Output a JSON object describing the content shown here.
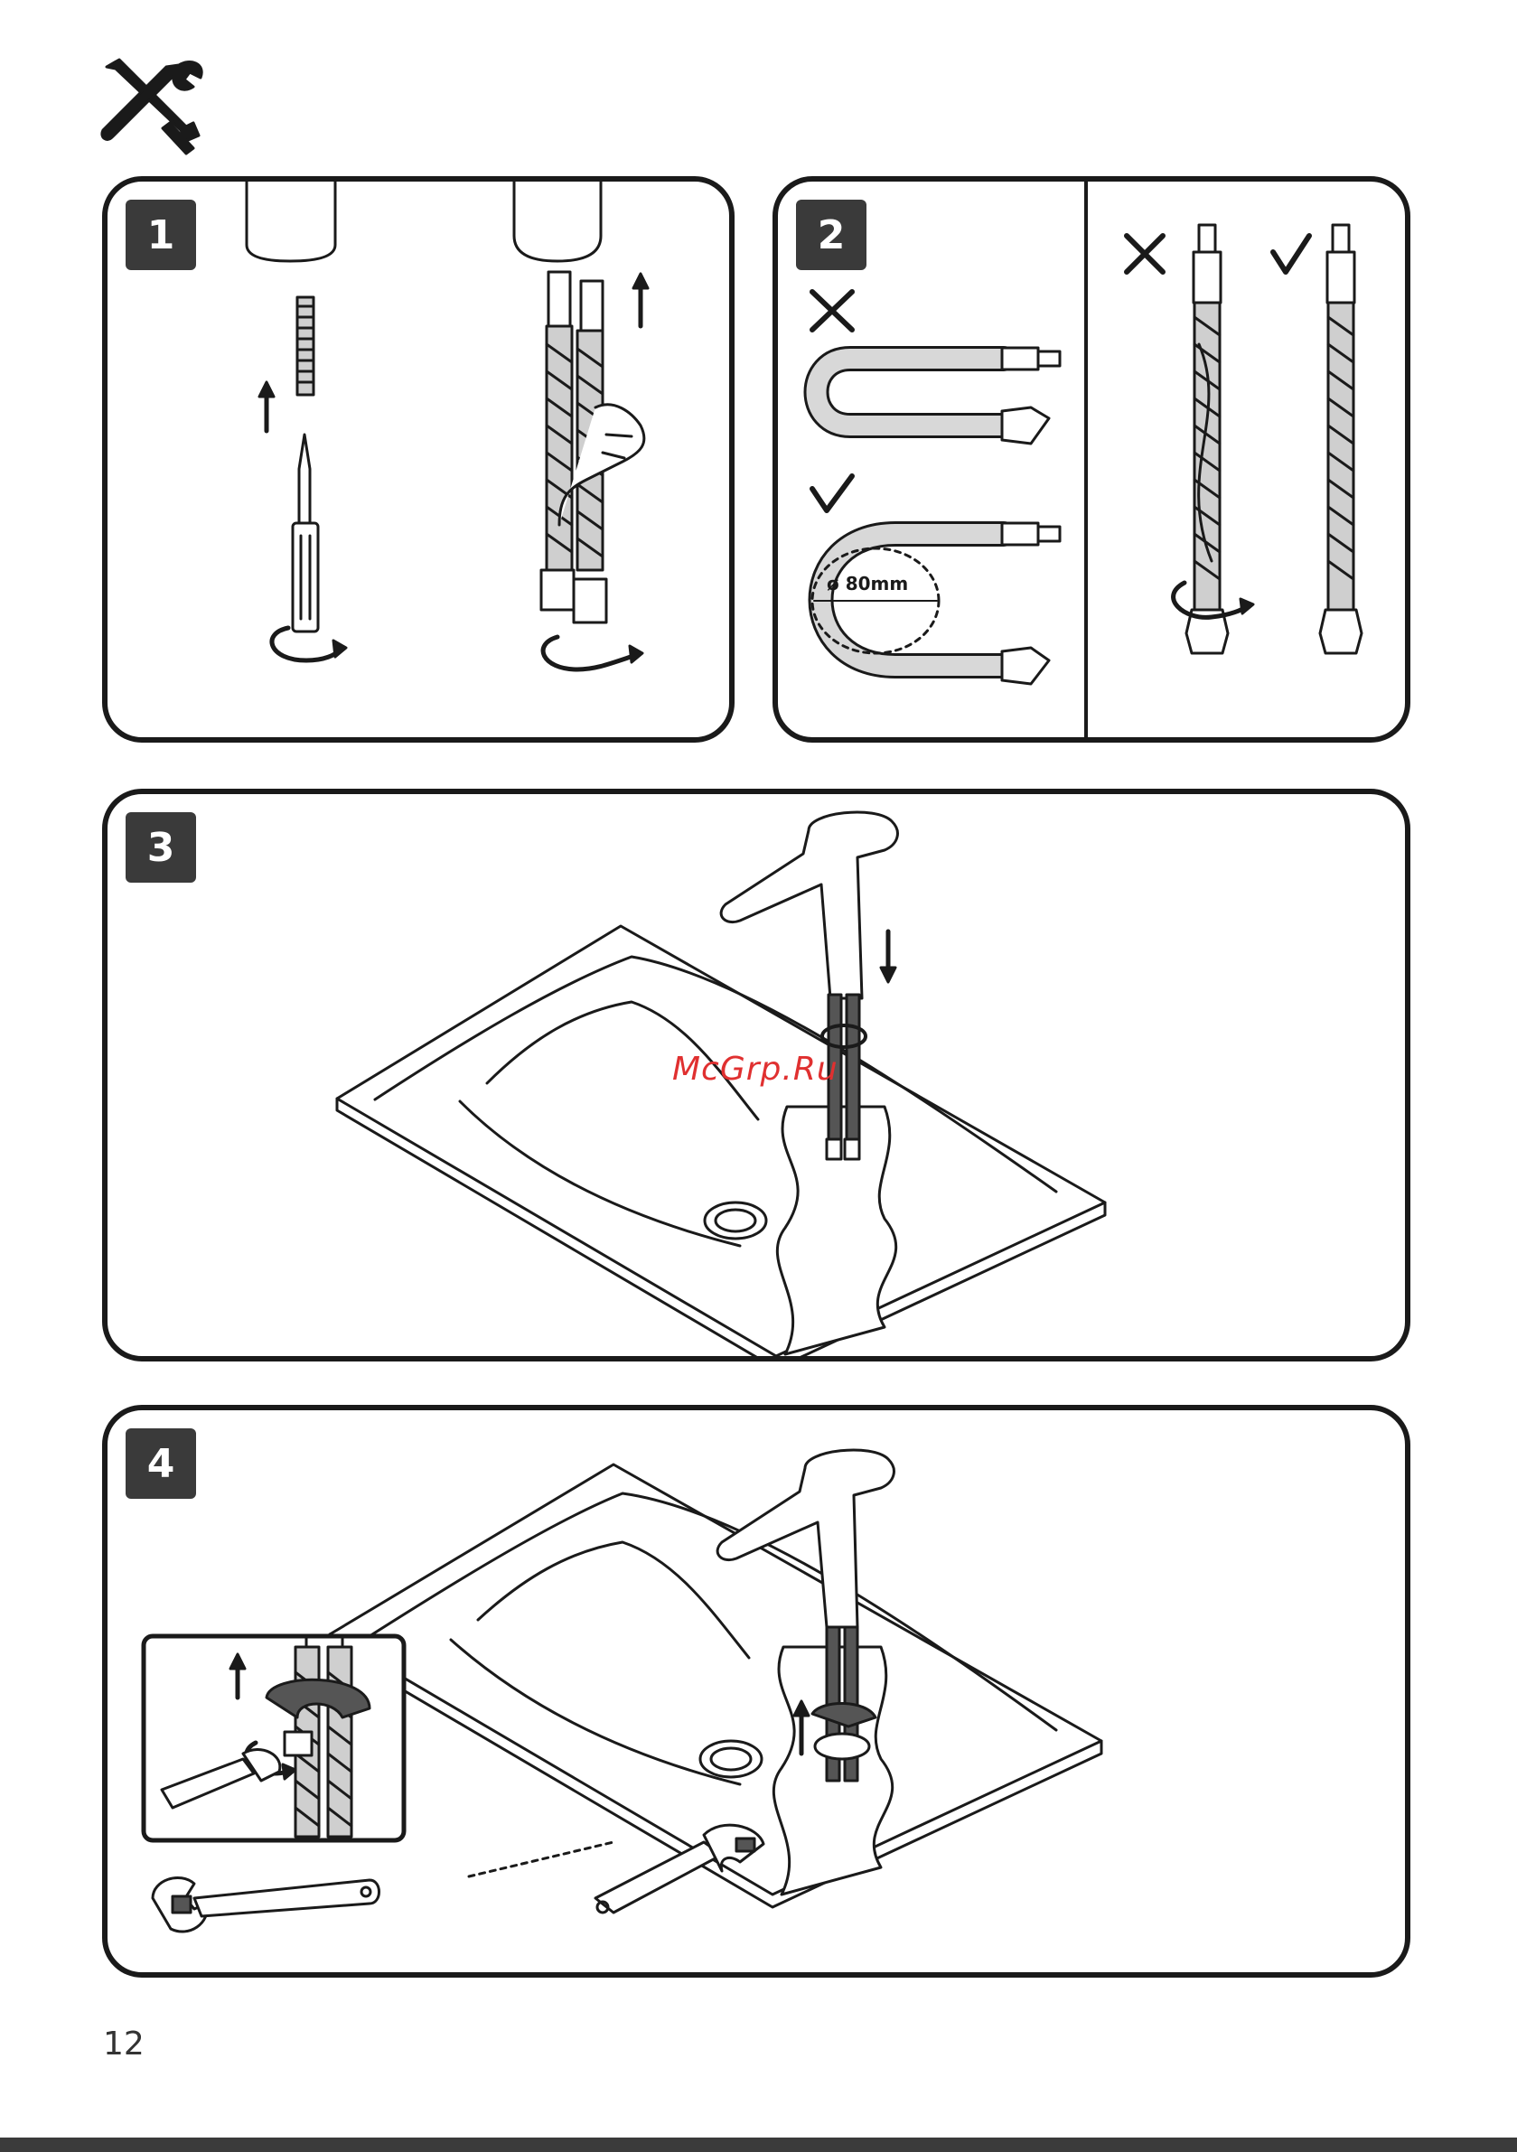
{
  "header": {
    "icon": "tools-icon"
  },
  "steps": [
    {
      "number": "1",
      "icon": "screwdriver-icon"
    },
    {
      "number": "2",
      "icon": "hose-icon",
      "dimension": "ø 80mm"
    },
    {
      "number": "3",
      "icon": "faucet-icon"
    },
    {
      "number": "4",
      "icon": "wrench-icon"
    }
  ],
  "watermark": "McGrp.Ru",
  "page_number": "12",
  "colors": {
    "border": "#1a1a1a",
    "badge": "#3a3a3a",
    "watermark": "#e03030"
  }
}
